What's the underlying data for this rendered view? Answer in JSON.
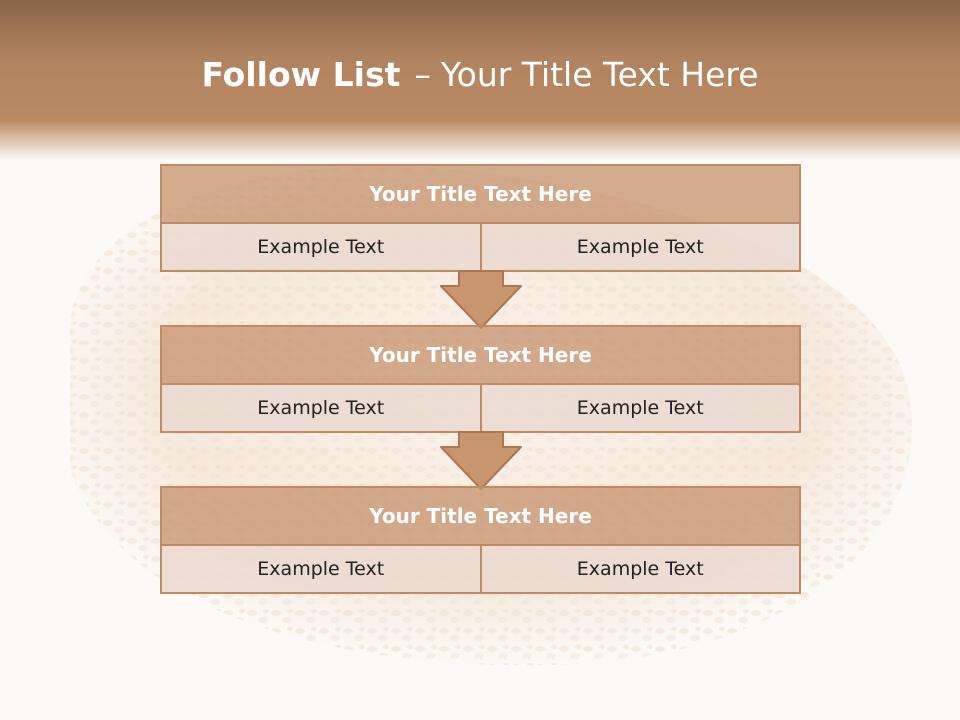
{
  "slide": {
    "title_bold": "Follow List",
    "title_separator": "–",
    "title_rest": "Your Title Text Here"
  },
  "blocks": [
    {
      "title": "Your Title Text Here",
      "cells": [
        "Example Text",
        "Example Text"
      ]
    },
    {
      "title": "Your Title Text Here",
      "cells": [
        "Example Text",
        "Example Text"
      ]
    },
    {
      "title": "Your Title Text Here",
      "cells": [
        "Example Text",
        "Example Text"
      ]
    }
  ],
  "colors": {
    "header": "#b0825f",
    "block_border": "#c08a63",
    "block_title_fill": "#c48e68",
    "cell_fill": "#eadad0",
    "arrow_fill": "#c9956e",
    "background": "#fcf9f6"
  },
  "icons": {
    "background_image": "rice-cake-image",
    "connector": "down-arrow-icon"
  }
}
